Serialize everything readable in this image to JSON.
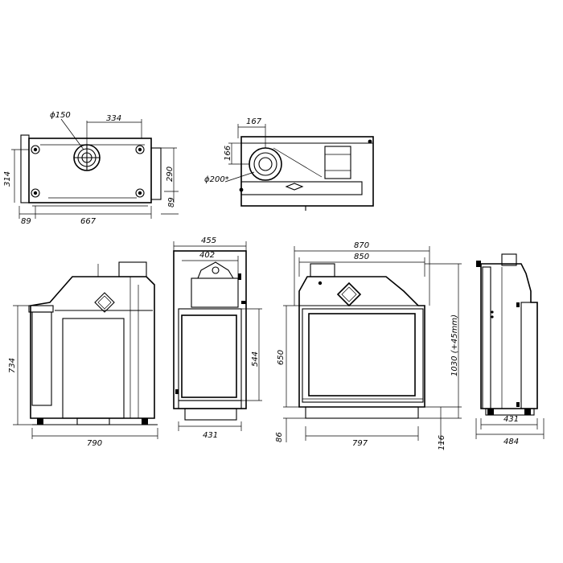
{
  "dimensions": {
    "top_view_1": {
      "pipe_diameter": "ϕ150",
      "pipe_offset": "334",
      "depth": "314",
      "right_depth": "290",
      "left_margin": "89",
      "width": "667",
      "right_margin": "89"
    },
    "top_view_2": {
      "pipe_offset": "167",
      "pipe_height": "166",
      "pipe_diameter": "ϕ200*"
    },
    "side_view_left": {
      "height": "734",
      "width": "790"
    },
    "front_view_small": {
      "outer_width": "455",
      "inner_width": "402",
      "glass_height": "544",
      "base_width": "431"
    },
    "front_view_large": {
      "outer_width": "870",
      "inner_width": "850",
      "glass_height": "650",
      "total_height": "1030 (+45mm)",
      "base_height": "86",
      "base_width": "797",
      "foot_height": "116"
    },
    "side_view_right": {
      "depth_inner": "431",
      "depth_outer": "484"
    }
  }
}
